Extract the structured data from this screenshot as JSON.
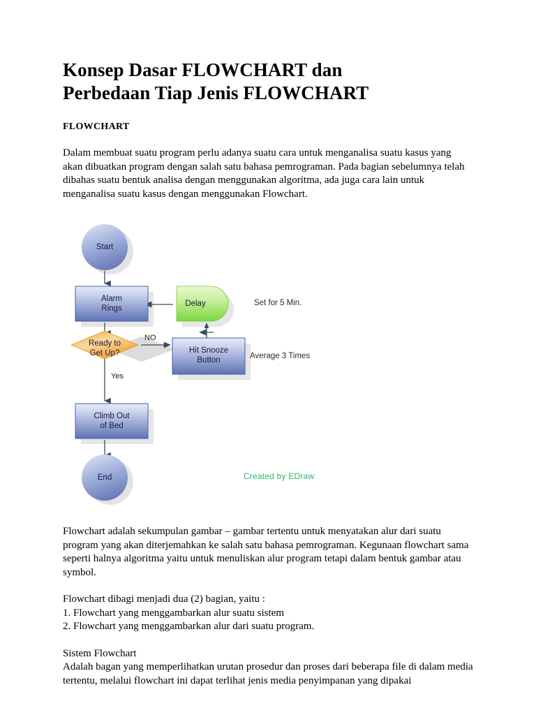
{
  "document": {
    "title_line1": "Konsep Dasar FLOWCHART dan",
    "title_line2": "Perbedaan Tiap Jenis FLOWCHART",
    "subheading": "FLOWCHART",
    "intro_paragraph": "Dalam membuat suatu program perlu adanya suatu cara untuk menganalisa suatu kasus yang akan dibuatkan program dengan salah satu bahasa pemrograman. Pada bagian sebelumnya telah dibahas suatu bentuk analisa dengan menggunakan algoritma, ada juga cara lain untuk menganalisa suatu kasus dengan menggunakan Flowchart.",
    "paragraph_2": "Flowchart adalah sekumpulan gambar – gambar tertentu untuk menyatakan alur dari suatu program yang akan diterjemahkan ke salah satu bahasa pemrograman. Kegunaan flowchart sama seperti halnya algoritma yaitu untuk menuliskan alur program tetapi dalam bentuk gambar atau symbol.",
    "list_intro": "Flowchart dibagi menjadi dua (2) bagian, yaitu :",
    "list_item_1": "1. Flowchart yang menggambarkan alur suatu sistem",
    "list_item_2": "2. Flowchart yang menggambarkan alur dari suatu program.",
    "section_heading": "Sistem Flowchart",
    "section_body": "Adalah bagan yang memperlihatkan urutan prosedur dan proses dari beberapa file di dalam media tertentu, melalui flowchart ini dapat terlihat jenis media penyimpanan yang dipakai"
  },
  "flowchart": {
    "credit": "Created by EDraw",
    "nodes": {
      "start": {
        "label": "Start",
        "shape": "circle",
        "color": "#7b8fc7"
      },
      "alarm_rings": {
        "label": "Alarm\nRings",
        "shape": "rectangle",
        "color": "#7b8fc7"
      },
      "delay": {
        "label": "Delay",
        "shape": "delay",
        "color": "#8fe05a"
      },
      "decision": {
        "label": "Ready to\nGet Up?",
        "shape": "diamond",
        "color": "#f2a83c"
      },
      "hit_snooze": {
        "label": "Hit Snooze\nButton",
        "shape": "rectangle",
        "color": "#7b8fc7"
      },
      "climb_out": {
        "label": "Climb Out\nof Bed",
        "shape": "rectangle",
        "color": "#7b8fc7"
      },
      "end": {
        "label": "End",
        "shape": "circle",
        "color": "#7b8fc7"
      }
    },
    "edge_labels": {
      "no": "NO",
      "yes": "Yes"
    },
    "annotations": {
      "delay_note": "Set for 5 Min.",
      "snooze_note": "Average 3 Times"
    }
  }
}
